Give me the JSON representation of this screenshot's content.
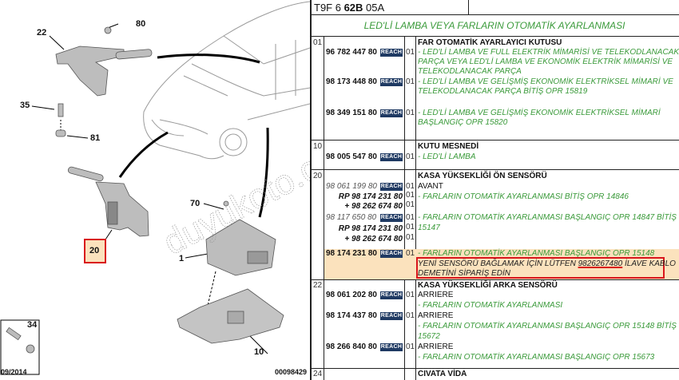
{
  "diagram": {
    "callouts": {
      "c22": "22",
      "c80": "80",
      "c35": "35",
      "c81": "81",
      "c20": "20",
      "c70": "70",
      "c1": "1",
      "c10": "10",
      "c34": "34"
    },
    "date": "09/2014",
    "doc_number": "00098429",
    "watermark": "duyukoto.com",
    "highlight_color": "#d9161c"
  },
  "header": {
    "code_prefix": "T9F 6 ",
    "code_bold": "62B",
    "code_suffix": " 05A"
  },
  "title": "LED'Lİ LAMBA VEYA FARLARIN OTOMATİK AYARLANMASI",
  "reach_label": "REACH",
  "colors": {
    "accent_green": "#3a9a3a",
    "reach_badge": "#1f3a63",
    "highlight_row": "#fbe2bd",
    "red_box": "#d9161c"
  },
  "groups": [
    {
      "index": "01",
      "name": "FAR OTOMATİK AYARLAYICI KUTUSU",
      "parts": [
        {
          "ref": "96 782 447 80",
          "qty": "01",
          "desc": [
            "- LED'Lİ LAMBA VE FULL ELEKTRİK MİMARİSİ VE TELEKODLANACAK",
            "PARÇA VEYA LED'Lİ LAMBA VE EKONOMİK ELEKTRİK MİMARİSİ VE",
            "TELEKODLANACAK PARÇA"
          ]
        },
        {
          "ref": "98 173 448 80",
          "qty": "01",
          "desc": [
            "- LED'Lİ LAMBA VE GELİŞMİŞ EKONOMİK ELEKTRİKSEL MİMARİ VE",
            "TELEKODLANACAK PARÇA BİTİŞ OPR 15819"
          ]
        },
        {
          "ref": "98 349 151 80",
          "qty": "01",
          "desc": [
            "- LED'Lİ LAMBA VE GELİŞMİŞ EKONOMİK ELEKTRİKSEL MİMARİ",
            "BAŞLANGIÇ OPR 15820"
          ]
        }
      ]
    },
    {
      "index": "10",
      "name": "KUTU MESNEDİ",
      "parts": [
        {
          "ref": "98 005 547 80",
          "qty": "01",
          "desc": [
            "- LED'Lİ LAMBA"
          ]
        }
      ]
    },
    {
      "index": "20",
      "name": "KASA YÜKSEKLİĞİ ÖN SENSÖRÜ",
      "parts": [
        {
          "ref": "98 061 199 80",
          "qty": "01",
          "note": "AVANT",
          "desc": [
            "- FARLARIN OTOMATİK AYARLANMASI BİTİŞ OPR 14846"
          ]
        },
        {
          "ref": "RP 98 174 231 80",
          "qty": "01"
        },
        {
          "ref": "+ 98 262 674 80",
          "qty": "01"
        },
        {
          "ref": "98 117 650 80",
          "qty": "01",
          "desc": [
            "- FARLARIN OTOMATİK AYARLANMASI BAŞLANGIÇ OPR 14847 BİTİŞ OPR",
            "15147"
          ]
        },
        {
          "ref": "RP 98 174 231 80",
          "qty": "01"
        },
        {
          "ref": "+ 98 262 674 80",
          "qty": "01"
        },
        {
          "ref": "98 174 231 80",
          "qty": "01",
          "desc": [
            "- FARLARIN OTOMATİK AYARLANMASI BAŞLANGIÇ OPR 15148"
          ],
          "warning": {
            "before": "YENİ SENSÖRÜ BAĞLAMAK İÇİN LÜTFEN ",
            "part": "9826267480",
            "after": " İLAVE KABLO",
            "line2": "DEMETİNİ SİPARİŞ EDİN"
          }
        }
      ]
    },
    {
      "index": "22",
      "name": "KASA YÜKSEKLİĞİ ARKA SENSÖRÜ",
      "parts": [
        {
          "ref": "98 061 202 80",
          "qty": "01",
          "note": "ARRIERE",
          "desc": [
            "- FARLARIN OTOMATİK AYARLANMASI"
          ]
        },
        {
          "ref": "98 174 437 80",
          "qty": "01",
          "note": "ARRIERE",
          "desc": [
            "- FARLARIN OTOMATİK AYARLANMASI BAŞLANGIÇ OPR 15148 BİTİŞ OPR",
            "15672"
          ]
        },
        {
          "ref": "98 266 840 80",
          "qty": "01",
          "note": "ARRIERE",
          "desc": [
            "- FARLARIN OTOMATİK AYARLANMASI BAŞLANGIÇ OPR 15673"
          ]
        }
      ]
    },
    {
      "index": "24",
      "name": "CIVATA VİDA",
      "parts": []
    }
  ]
}
